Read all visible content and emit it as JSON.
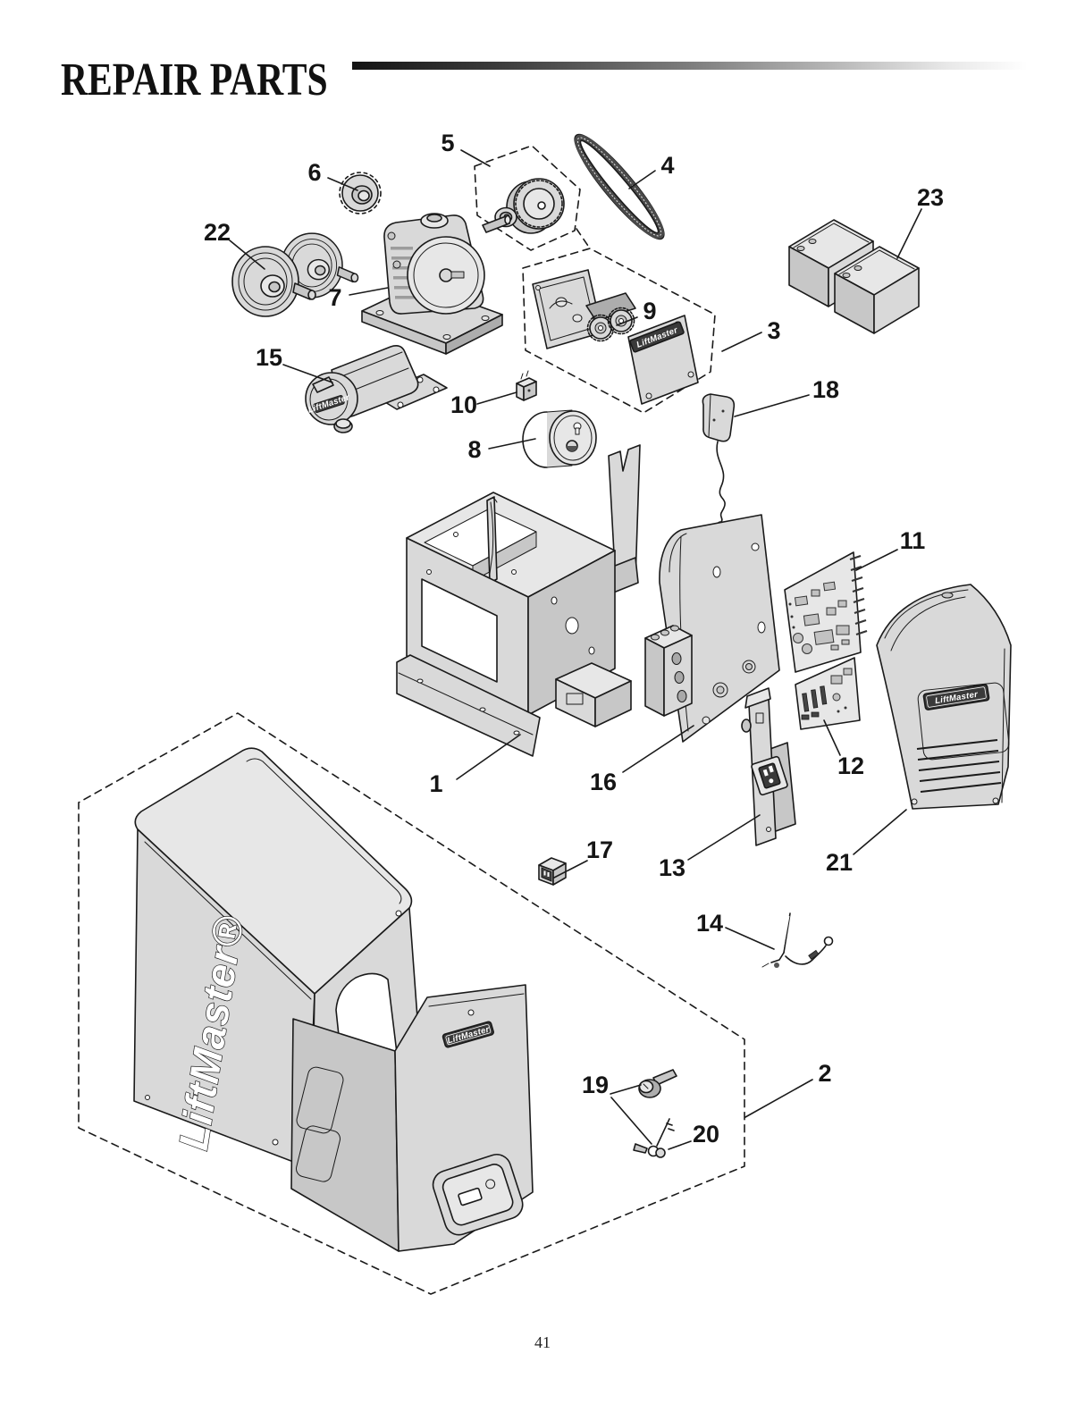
{
  "page": {
    "title": "REPAIR PARTS",
    "number": "41"
  },
  "brand": {
    "name": "LiftMaster",
    "registered": "LiftMaster®"
  },
  "callouts": {
    "c1": "1",
    "c2": "2",
    "c3": "3",
    "c4": "4",
    "c5": "5",
    "c6": "6",
    "c7": "7",
    "c8": "8",
    "c9": "9",
    "c10": "10",
    "c11": "11",
    "c12": "12",
    "c13": "13",
    "c14": "14",
    "c15": "15",
    "c16": "16",
    "c17": "17",
    "c18": "18",
    "c19": "19",
    "c20": "20",
    "c21": "21",
    "c22": "22",
    "c23": "23"
  }
}
